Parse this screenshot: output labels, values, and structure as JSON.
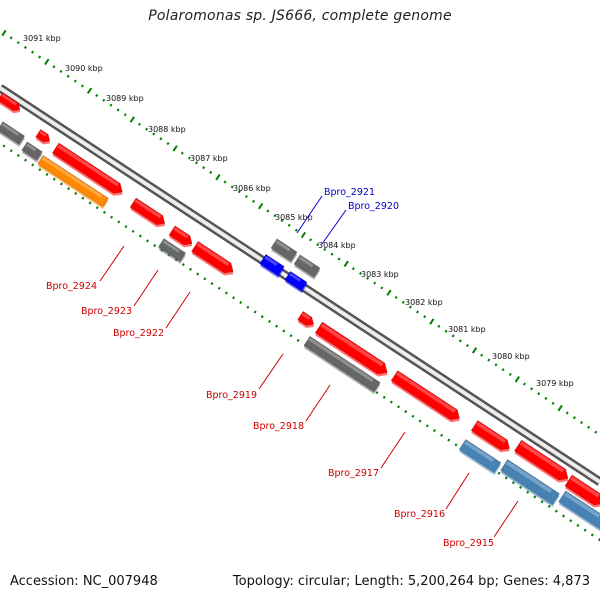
{
  "title": "Polaromonas sp. JS666, complete genome",
  "accession_text": "Accession: NC_007948",
  "summary_text": "Topology: circular; Length: 5,200,264 bp; Genes: 4,873",
  "colors": {
    "forward_gene": "#ff0000",
    "gray_gene": "#666666",
    "blue_gene": "#0000ff",
    "orange_gene": "#ff8800",
    "steel_gene": "#4682b4",
    "tick": "#008000",
    "label_red": "#cc0000",
    "label_blue": "#0000cc"
  },
  "kbp_scale": [
    "3091 kbp",
    "3090 kbp",
    "3089 kbp",
    "3088 kbp",
    "3087 kbp",
    "3086 kbp",
    "3085 kbp",
    "3084 kbp",
    "3083 kbp",
    "3082 kbp",
    "3081 kbp",
    "3080 kbp",
    "3079 kbp"
  ],
  "gene_labels": [
    {
      "text": "Bpro_2924",
      "strand": "reverse"
    },
    {
      "text": "Bpro_2923",
      "strand": "reverse"
    },
    {
      "text": "Bpro_2922",
      "strand": "reverse"
    },
    {
      "text": "Bpro_2921",
      "strand": "forward"
    },
    {
      "text": "Bpro_2920",
      "strand": "forward"
    },
    {
      "text": "Bpro_2919",
      "strand": "reverse"
    },
    {
      "text": "Bpro_2918",
      "strand": "reverse"
    },
    {
      "text": "Bpro_2917",
      "strand": "reverse"
    },
    {
      "text": "Bpro_2916",
      "strand": "reverse"
    },
    {
      "text": "Bpro_2915",
      "strand": "reverse"
    }
  ]
}
